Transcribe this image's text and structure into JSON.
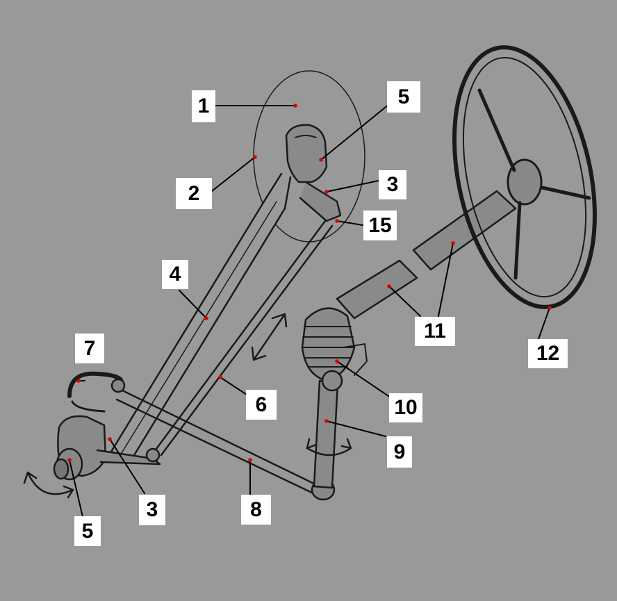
{
  "diagram": {
    "labels": [
      {
        "id": "p1",
        "text": "1"
      },
      {
        "id": "p2",
        "text": "2"
      },
      {
        "id": "p3a",
        "text": "3"
      },
      {
        "id": "p3b",
        "text": "3"
      },
      {
        "id": "p4",
        "text": "4"
      },
      {
        "id": "p5a",
        "text": "5"
      },
      {
        "id": "p5b",
        "text": "5"
      },
      {
        "id": "p6",
        "text": "6"
      },
      {
        "id": "p7",
        "text": "7"
      },
      {
        "id": "p8",
        "text": "8"
      },
      {
        "id": "p9",
        "text": "9"
      },
      {
        "id": "p10",
        "text": "10"
      },
      {
        "id": "p11",
        "text": "11"
      },
      {
        "id": "p12",
        "text": "12"
      },
      {
        "id": "p15",
        "text": "15"
      }
    ]
  },
  "colors": {
    "background": "#999999",
    "label_bg": "#ffffff",
    "marker": "#dd0000",
    "ink": "#111111"
  }
}
